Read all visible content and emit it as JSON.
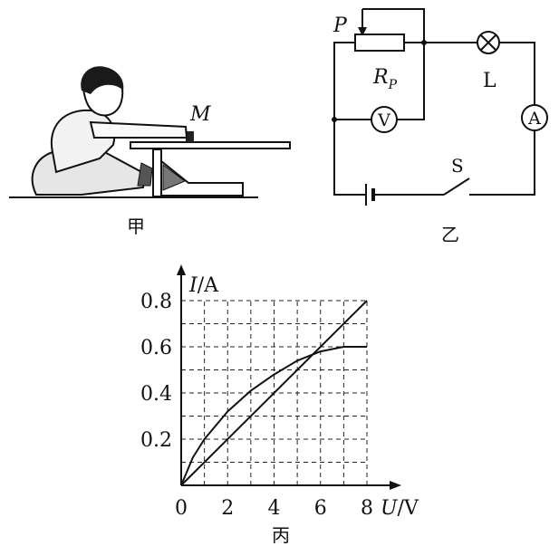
{
  "figure_labels": {
    "jia": "甲",
    "yi": "乙",
    "bing": "丙"
  },
  "panel_jia": {
    "slider_label": "M"
  },
  "circuit": {
    "slider_label": "P",
    "rheostat_label": "R",
    "rheostat_subscript": "P",
    "lamp_label": "L",
    "voltmeter_label": "V",
    "ammeter_label": "A",
    "switch_label": "S"
  },
  "chart_data": {
    "type": "line",
    "ylabel_var": "I",
    "ylabel_unit": "/A",
    "xlabel_var": "U",
    "xlabel_unit": "/V",
    "origin_label": "0",
    "xlim": [
      0,
      8
    ],
    "ylim": [
      0,
      0.8
    ],
    "x_ticks": [
      2,
      4,
      6,
      8
    ],
    "y_ticks": [
      0.2,
      0.4,
      0.6,
      0.8
    ],
    "x_tick_labels": [
      "2",
      "4",
      "6",
      "8"
    ],
    "y_tick_labels": [
      "0.2",
      "0.4",
      "0.6",
      "0.8"
    ],
    "grid": "dashed",
    "grid_x_step": 1,
    "grid_y_step": 0.1,
    "series": [
      {
        "points": [
          [
            0,
            0
          ],
          [
            8,
            0.8
          ]
        ]
      },
      {
        "points": [
          [
            0,
            0
          ],
          [
            0.5,
            0.12
          ],
          [
            1,
            0.2
          ],
          [
            2,
            0.32
          ],
          [
            3,
            0.41
          ],
          [
            4,
            0.48
          ],
          [
            5,
            0.54
          ],
          [
            6,
            0.58
          ],
          [
            7,
            0.6
          ],
          [
            8,
            0.6
          ]
        ]
      }
    ]
  }
}
